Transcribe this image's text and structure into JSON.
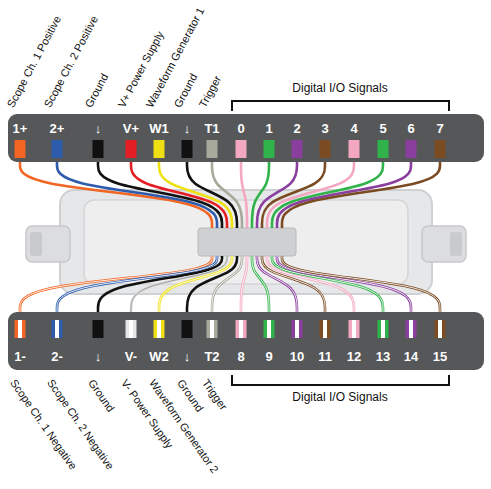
{
  "diagram": {
    "nodes": [
      {
        "text": [
          "1+",
          "2+",
          "↓",
          "V+",
          "W1",
          "↓",
          "T1",
          "0",
          "1",
          "2",
          "3",
          "4",
          "5",
          "6",
          "7"
        ]
      },
      {
        "text": [
          "1-",
          "2-",
          "↓",
          "V-",
          "W2",
          "↓",
          "T2",
          "8",
          "9",
          "10",
          "11",
          "12",
          "13",
          "14",
          "15"
        ]
      }
    ],
    "labels": [
      "Scope Ch. 1 Positive",
      "Scope Ch. 2 Positive",
      "Ground",
      "V+ Power Supply",
      "Waveform Generator 1",
      "Ground",
      "Trigger",
      "Digital I/O Signals",
      "Scope Ch. 1 Negative",
      "Scope Ch. 2 Negative",
      "Ground",
      "V- Power Supply",
      "Waveform Generator 2",
      "Ground",
      "Trigger",
      "Digital I/O Signals"
    ]
  }
}
